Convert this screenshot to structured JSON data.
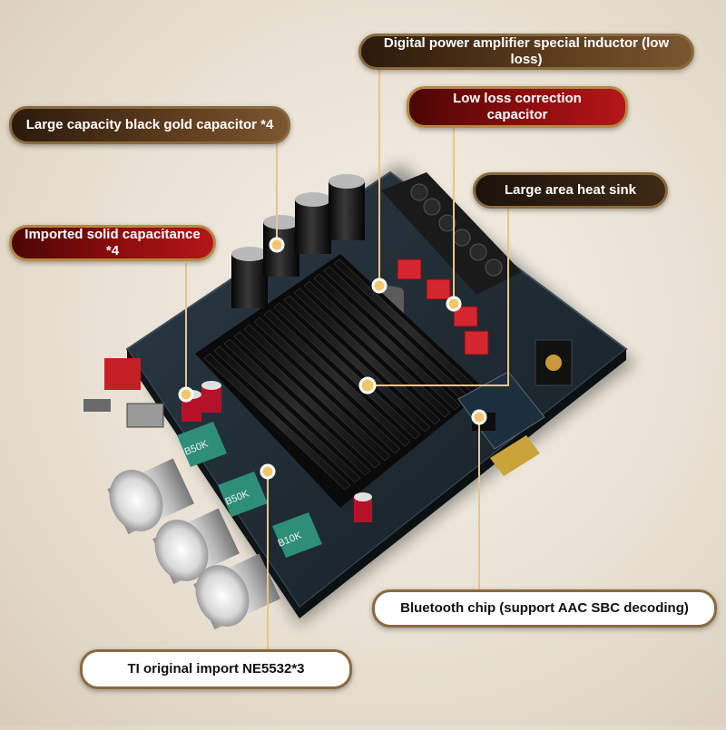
{
  "callouts": {
    "inductor": "Digital power amplifier special inductor (low loss)",
    "correction_capacitor": "Low loss correction capacitor",
    "black_gold_capacitor": "Large capacity black gold capacitor *4",
    "heat_sink": "Large area heat sink",
    "solid_capacitance": "Imported solid capacitance *4",
    "bluetooth_chip": "Bluetooth chip (support AAC SBC decoding)",
    "ne5532": "TI original import NE5532*3"
  },
  "board_markings": {
    "pot_left": "B50K",
    "pot_middle": "B50K",
    "pot_right": "B10K"
  },
  "colors": {
    "callout_brown": "#5a3a1c",
    "callout_red": "#8e0d0d",
    "callout_border": "#8a6a3e",
    "marker_dot": "#f2c66d",
    "leader_line": "#e8c58a",
    "pcb": "#1e2a33",
    "heat_sink": "#1a1a1a",
    "pot_body": "#2e8f78",
    "knob": "#d9d9d9"
  }
}
